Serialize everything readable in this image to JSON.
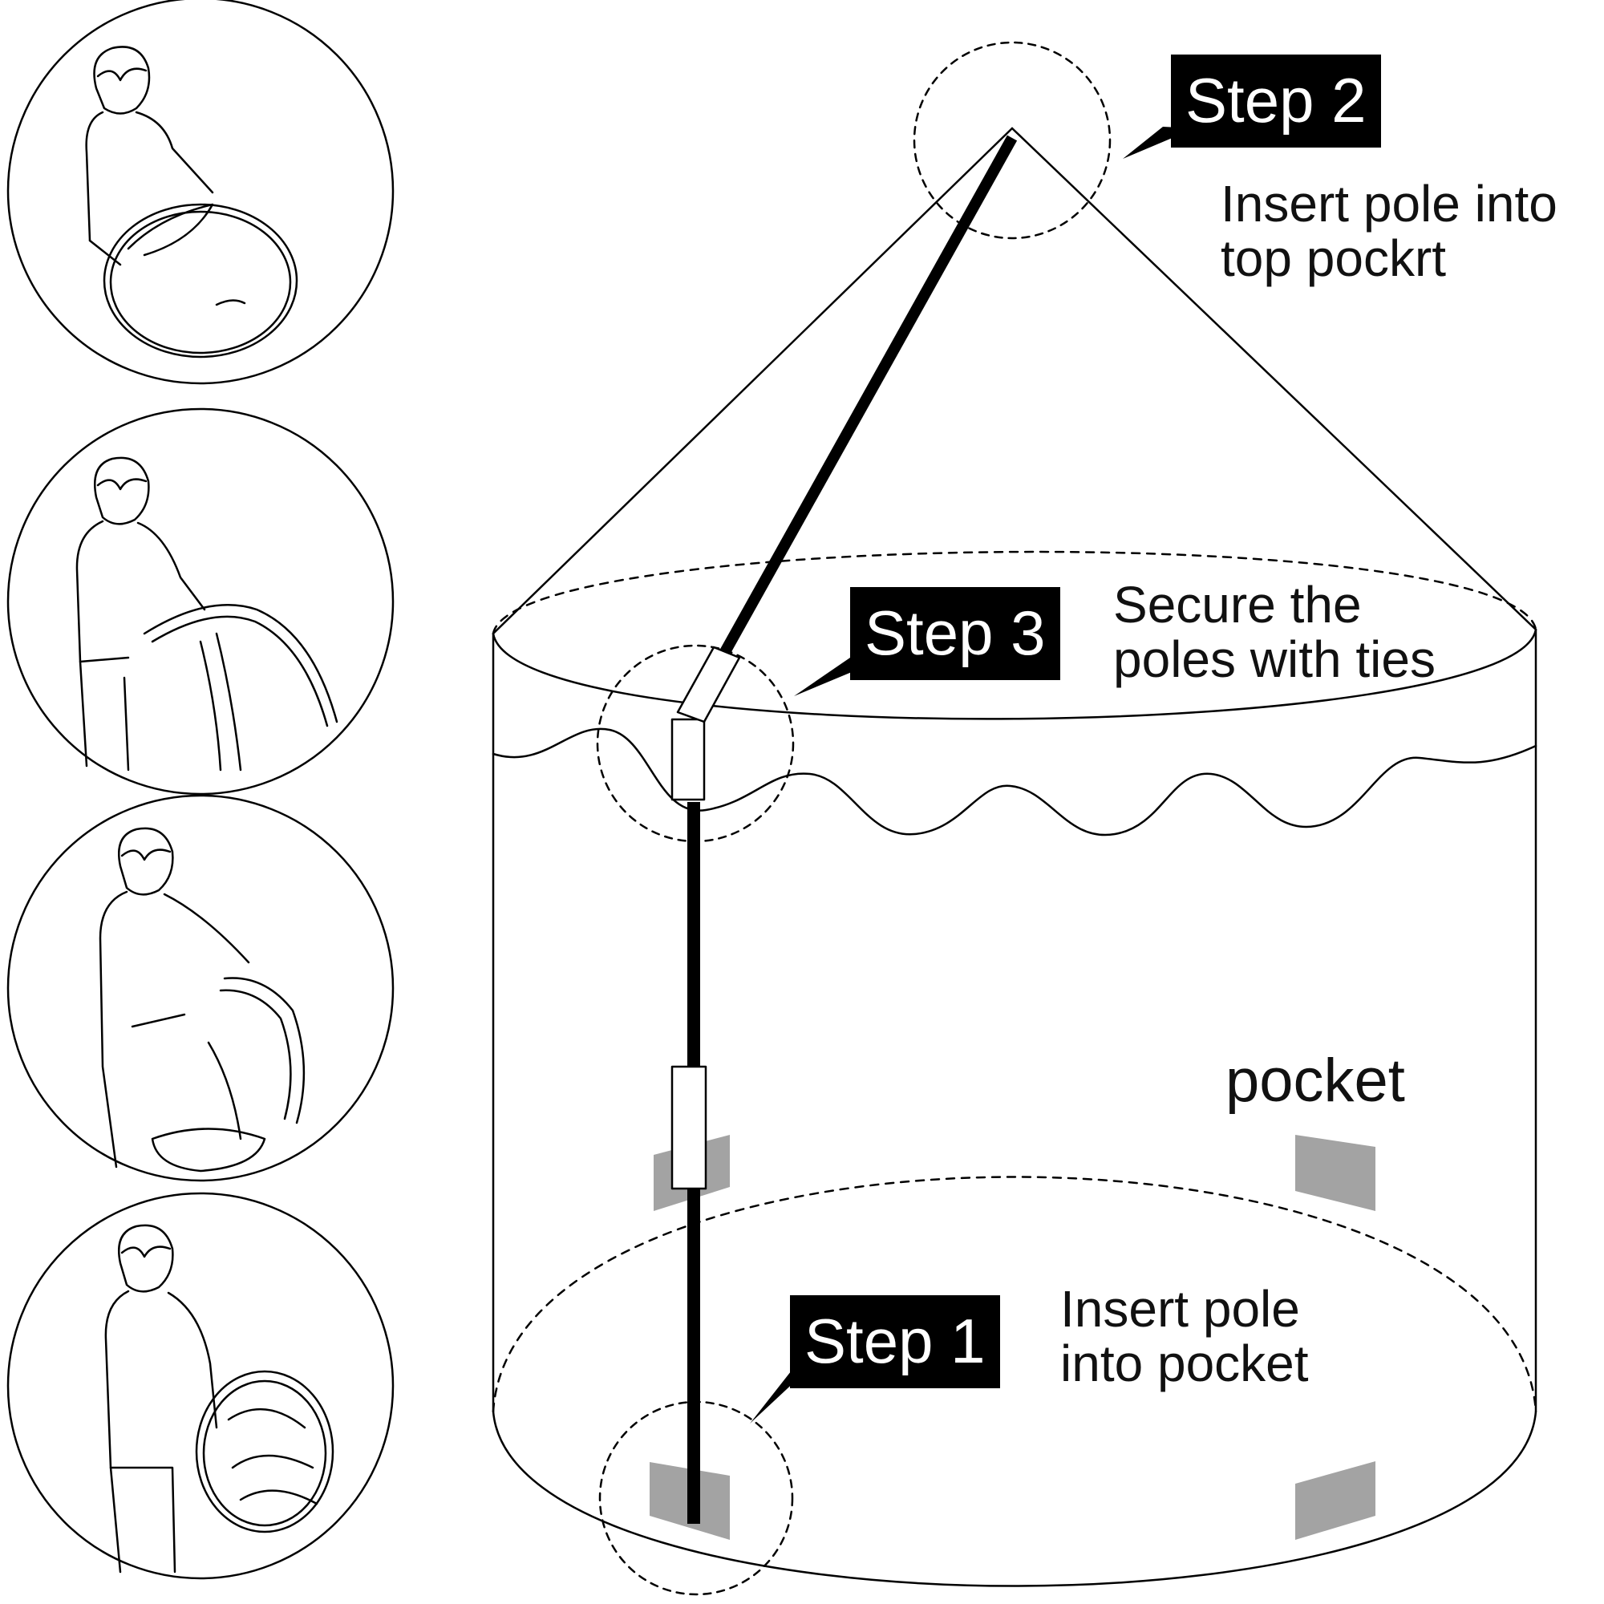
{
  "steps": {
    "step1": {
      "label": "Step 1",
      "caption_lines": [
        "Insert pole",
        "into pocket"
      ]
    },
    "step2": {
      "label": "Step 2",
      "caption_lines": [
        "Insert pole into",
        "top pockrt"
      ]
    },
    "step3": {
      "label": "Step 3",
      "caption_lines": [
        "Secure the",
        "poles with ties"
      ]
    }
  },
  "pocket_label": "pocket",
  "colors": {
    "line": "#000000",
    "pocket": "#a3a3a3",
    "label_bg": "#000000",
    "label_text": "#ffffff"
  },
  "unfold_sequence": [
    {
      "name": "holding-folded-ring"
    },
    {
      "name": "ring-unfolding"
    },
    {
      "name": "twisting-ring"
    },
    {
      "name": "tent-folded-into-circle"
    }
  ]
}
